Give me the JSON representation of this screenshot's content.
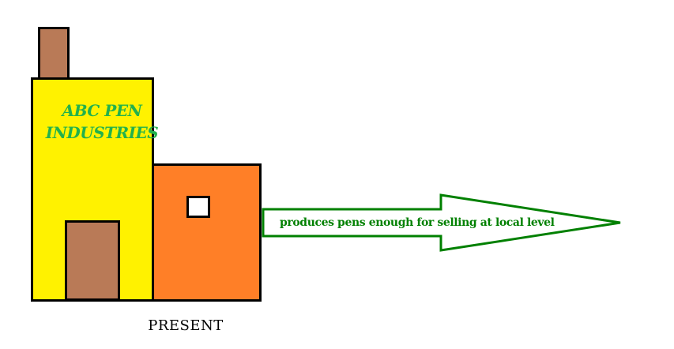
{
  "building": {
    "company_name_line1": "ABC PEN",
    "company_name_line2": "INDUSTRIES"
  },
  "arrow": {
    "label": "produces pens enough for selling at local level"
  },
  "caption": "PRESENT",
  "colors": {
    "chimney": "#b97a57",
    "main_building": "#fff200",
    "door": "#b97a57",
    "annex": "#ff7f27",
    "window": "#ffffff",
    "company_name_text": "#22b14c",
    "arrow_stroke": "#008000",
    "arrow_text": "#008000",
    "caption_text": "#000000"
  }
}
